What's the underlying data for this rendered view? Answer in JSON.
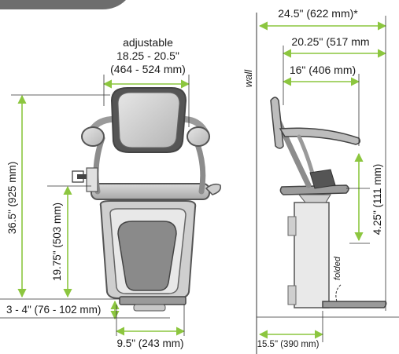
{
  "front_view": {
    "seat_width_caption": "adjustable",
    "seat_width_in": "18.25 - 20.5\"",
    "seat_width_mm": "(464 - 524 mm)",
    "overall_height": "36.5\" (925 mm)",
    "seat_height": "19.75\" (503 mm)",
    "footrest_height": "3 - 4\" (76 - 102 mm)",
    "base_width": "9.5\" (243 mm)"
  },
  "side_view": {
    "overall_depth": "24.5\" (622 mm)*",
    "depth_2": "20.25\" (517 mm",
    "depth_3": "16\" (406 mm)",
    "armrest_height": "4.25\" (111 mm)",
    "wall_label": "wall",
    "folded_label": "folded",
    "wall_clearance": "15.5\" (390 mm)"
  },
  "colors": {
    "dimension_green": "#8cc63f",
    "chair_gray": "#bdbdbd",
    "chair_dark": "#555555",
    "header_gray": "#6d6d6d"
  }
}
